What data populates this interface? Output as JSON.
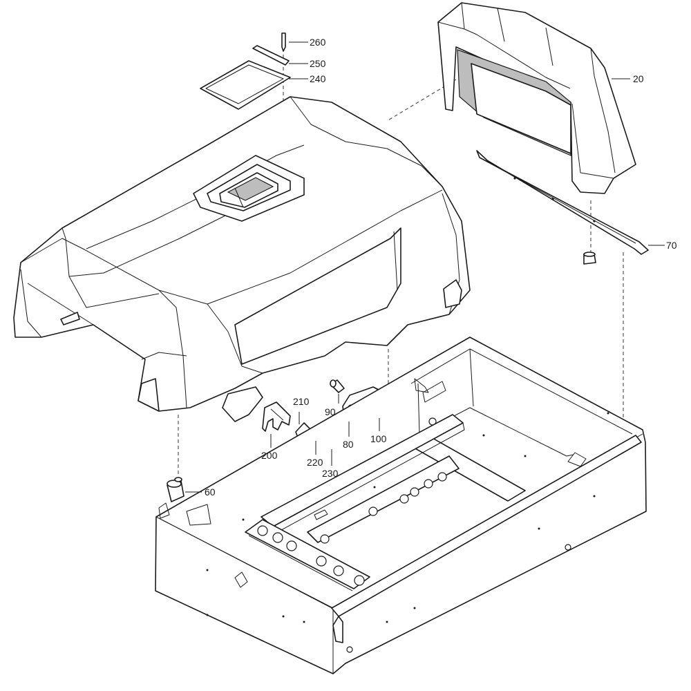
{
  "callouts": {
    "p260": "260",
    "p250": "250",
    "p240": "240",
    "p20": "20",
    "p70": "70",
    "p210": "210",
    "p90": "90",
    "p200": "200",
    "p80": "80",
    "p100": "100",
    "p220": "220",
    "p230": "230",
    "p60": "60"
  },
  "colors": {
    "line": "#1a1a1a",
    "shade": "#bdbdbd",
    "background": "#ffffff"
  }
}
